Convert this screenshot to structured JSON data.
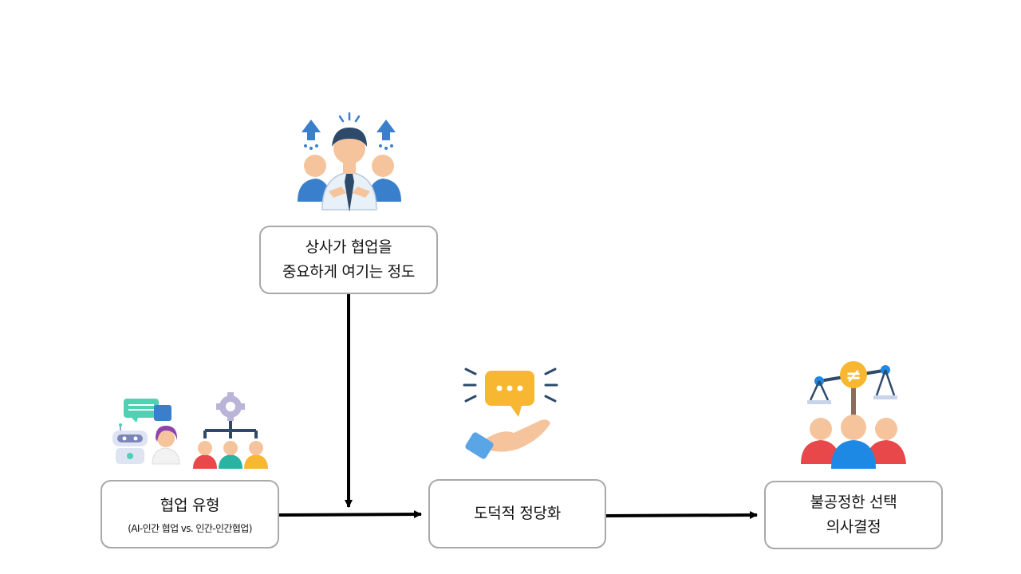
{
  "diagram": {
    "nodes": {
      "supervisor": {
        "lines": [
          "상사가 협업을",
          "중요하게 여기는 정도"
        ],
        "icon": "manager-team-icon"
      },
      "collab_type": {
        "title": "협업 유형",
        "subtitle": "(AI-인간 협업 vs. 인간-인간협업)",
        "icons": [
          "robot-human-chat-icon",
          "org-chart-team-icon"
        ]
      },
      "moral": {
        "title": "도덕적 정당화",
        "icon": "hand-speech-bubble-icon"
      },
      "unfair": {
        "lines": [
          "불공정한 선택",
          "의사결정"
        ],
        "icon": "unequal-scale-people-icon"
      }
    },
    "edges": [
      {
        "from": "collab_type",
        "to": "moral"
      },
      {
        "from": "supervisor",
        "to": "collab_type-moral-link"
      },
      {
        "from": "moral",
        "to": "unfair"
      }
    ],
    "colors": {
      "box_border": "#a9a9a9",
      "arrow": "#000000",
      "blue": "#3a7fcc",
      "skin": "#f5c49c",
      "red": "#e8484a",
      "teal": "#29b3a0",
      "orange": "#f7b731"
    }
  }
}
